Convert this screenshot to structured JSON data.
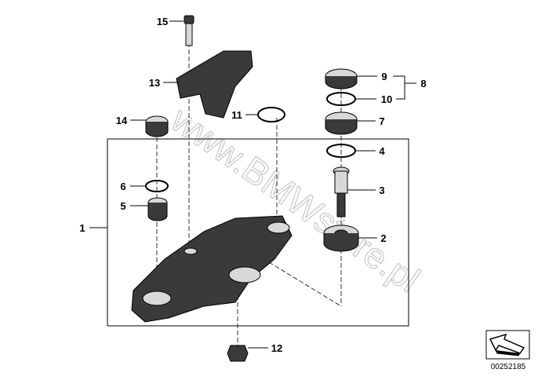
{
  "watermark": "www.BMWstore.pl",
  "diagram_code": "00252185",
  "labels": {
    "p1": "1",
    "p2": "2",
    "p3": "3",
    "p4": "4",
    "p5": "5",
    "p6": "6",
    "p7": "7",
    "p8": "8",
    "p9": "9",
    "p10": "10",
    "p11": "11",
    "p12": "12",
    "p13": "13",
    "p14": "14",
    "p15": "15"
  }
}
